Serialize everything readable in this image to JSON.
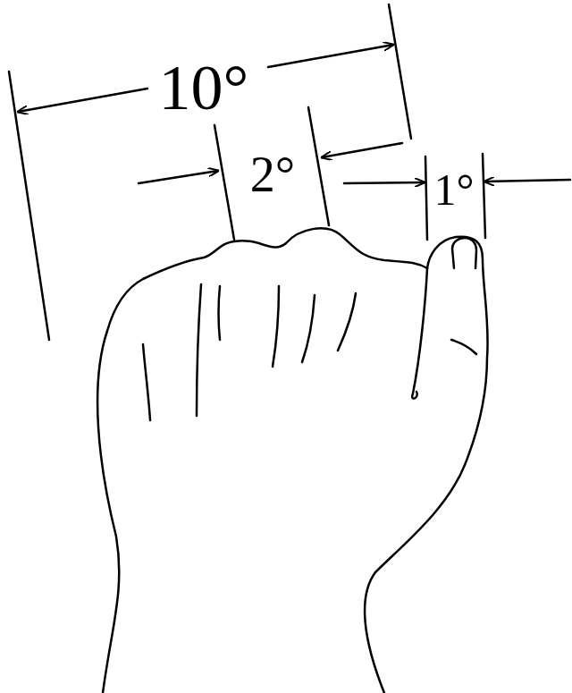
{
  "diagram": {
    "labels": [
      "10°",
      "2°",
      "1°"
    ]
  }
}
